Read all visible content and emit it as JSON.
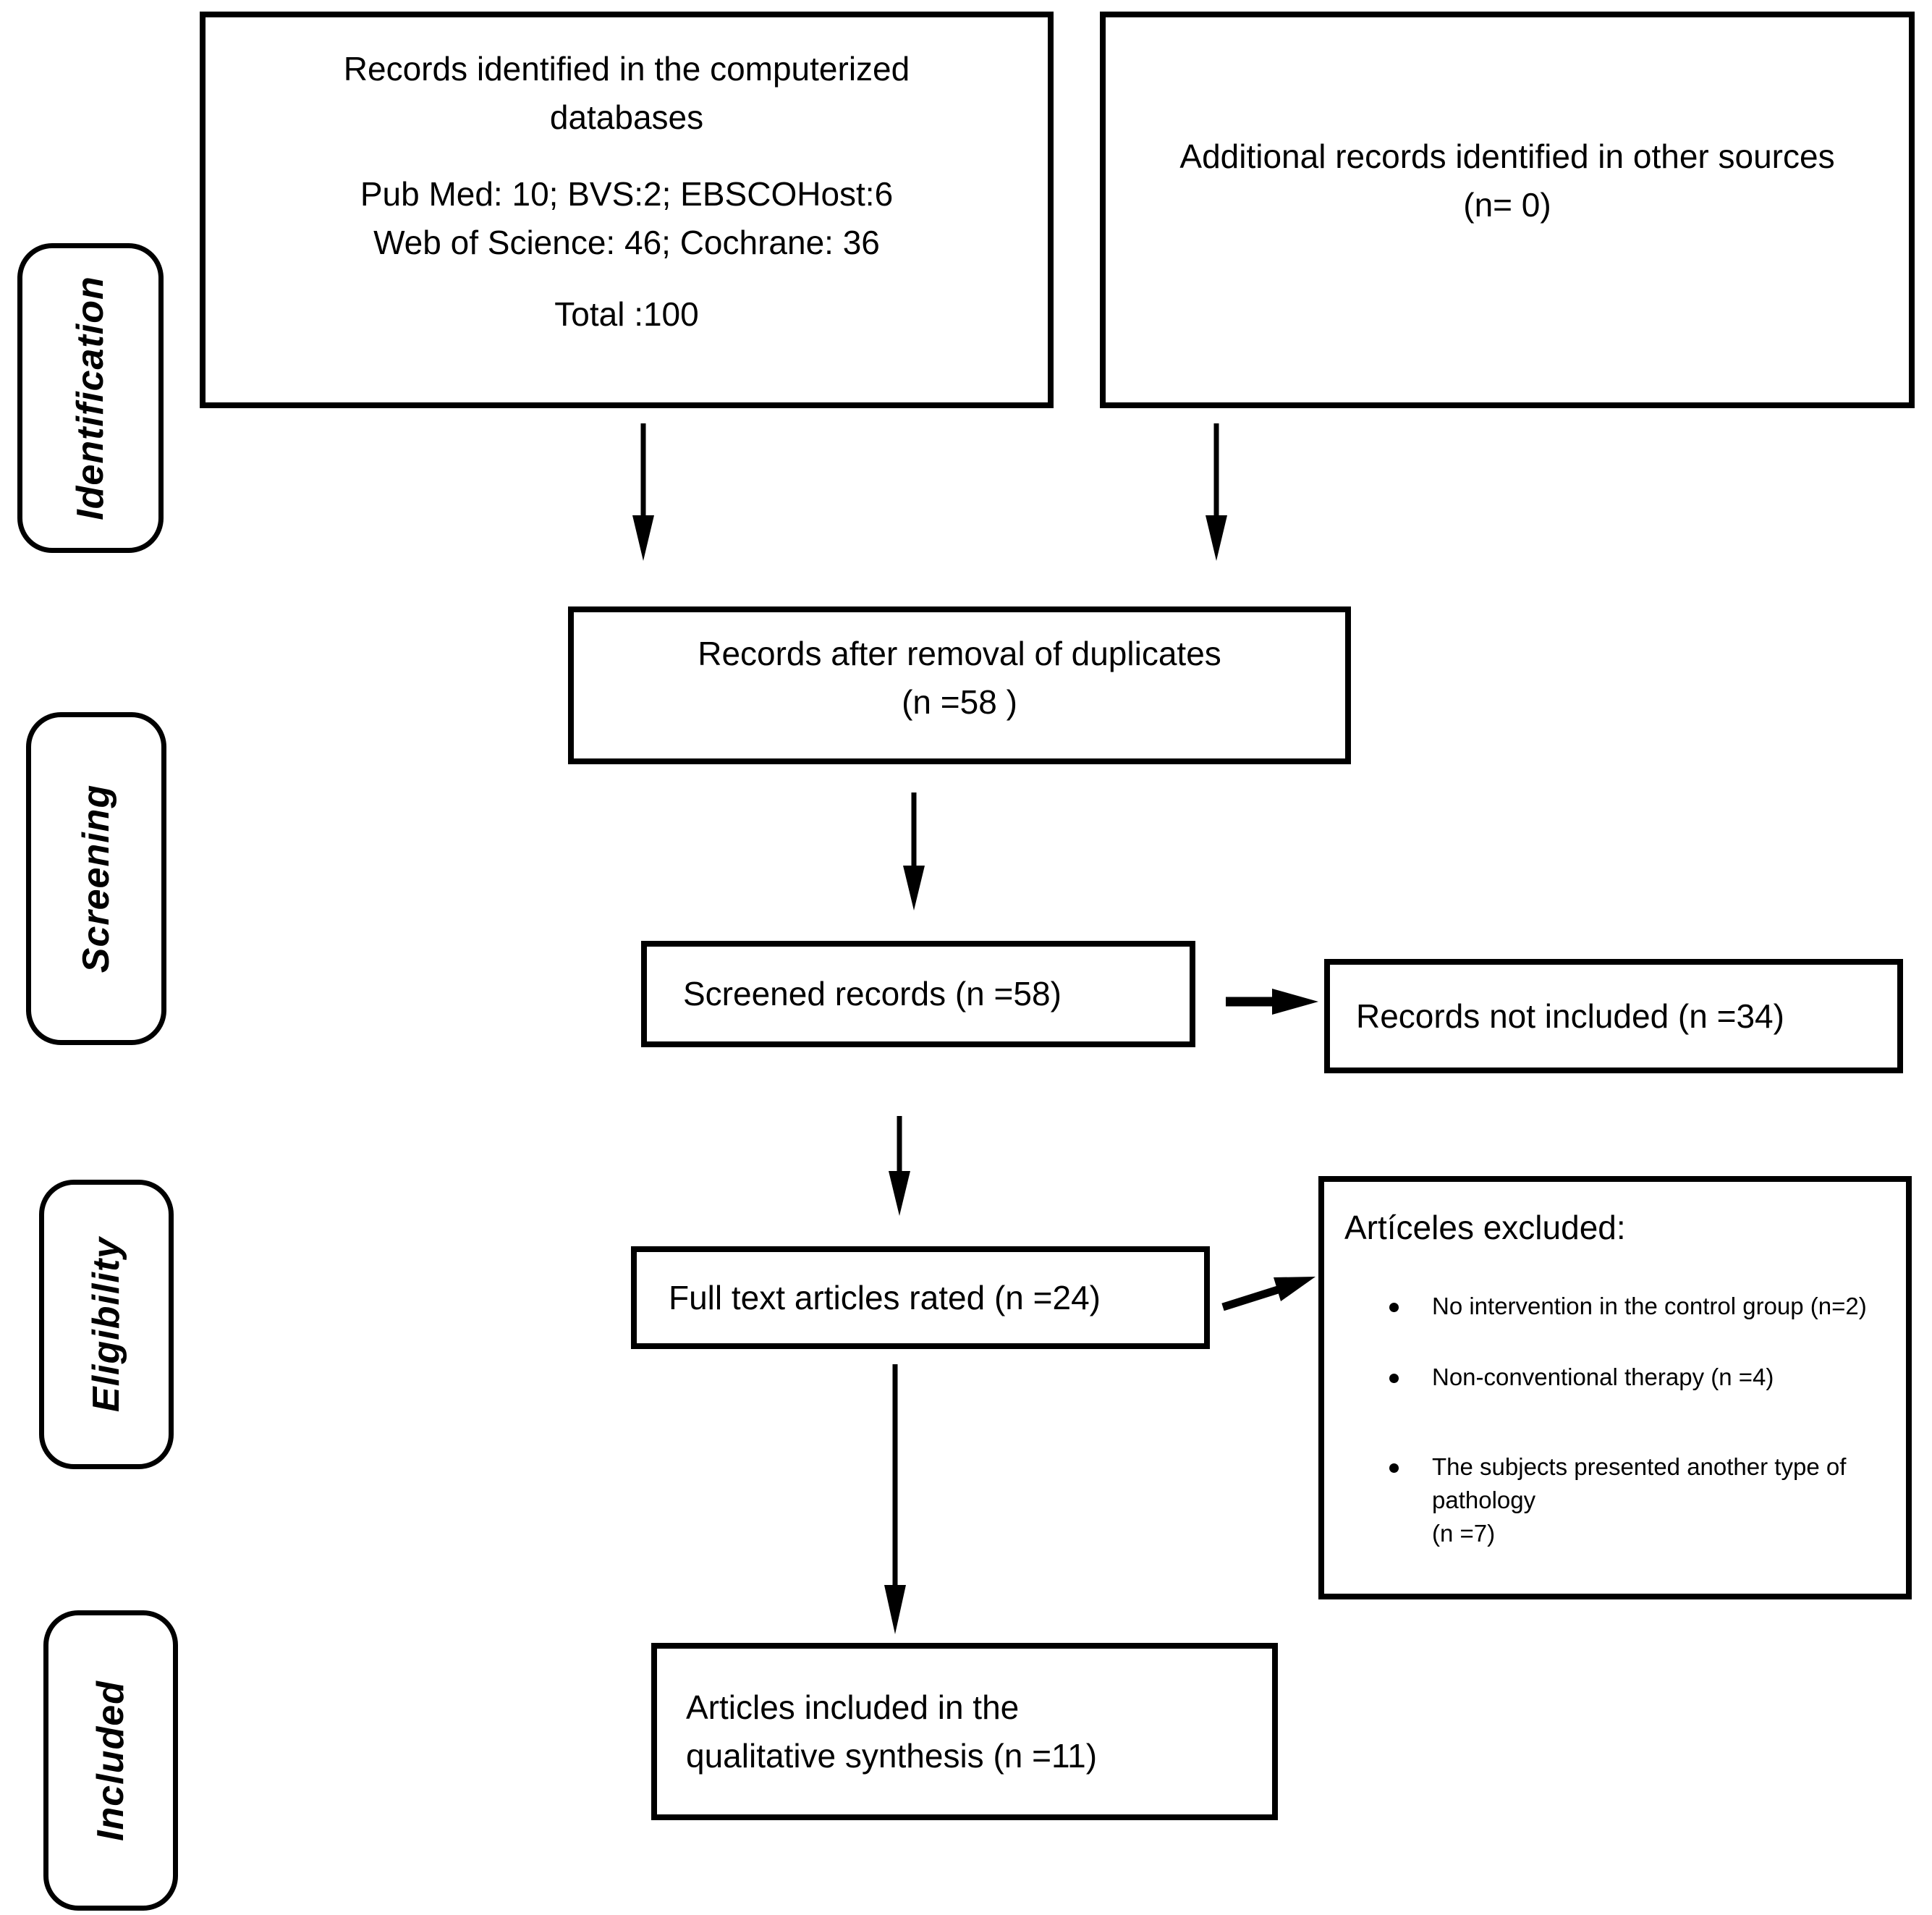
{
  "sidebar_stages": [
    {
      "label": "Identification"
    },
    {
      "label": "Screening"
    },
    {
      "label": "Eligibility"
    },
    {
      "label": "Included"
    }
  ],
  "boxes": {
    "identified": {
      "title": "Records identified in the computerized databases",
      "sources_line1": "Pub Med: 10; BVS:2; EBSCOHost:6",
      "sources_line2": "Web of Science: 46; Cochrane: 36",
      "total": "Total :100"
    },
    "additional": {
      "text": "Additional records identified in other sources (n= 0)"
    },
    "duplicates_removed": {
      "line1": "Records after removal of duplicates",
      "line2": "(n =58 )"
    },
    "screened": {
      "text": "Screened records (n =58)"
    },
    "not_included": {
      "text": "Records not included (n =34)"
    },
    "full_text_rated": {
      "text": "Full text articles rated (n =24)"
    },
    "excluded": {
      "title": "Artíceles excluded:",
      "bullets": [
        "No intervention in the control group (n=2)",
        "Non-conventional therapy (n =4)",
        "The subjects presented another type of pathology\n(n =7)"
      ]
    },
    "included": {
      "line1": "Articles included in the",
      "line2": "qualitative synthesis (n =11)"
    }
  },
  "colors": {
    "border": "#000000",
    "background": "#ffffff",
    "text": "#000000"
  }
}
